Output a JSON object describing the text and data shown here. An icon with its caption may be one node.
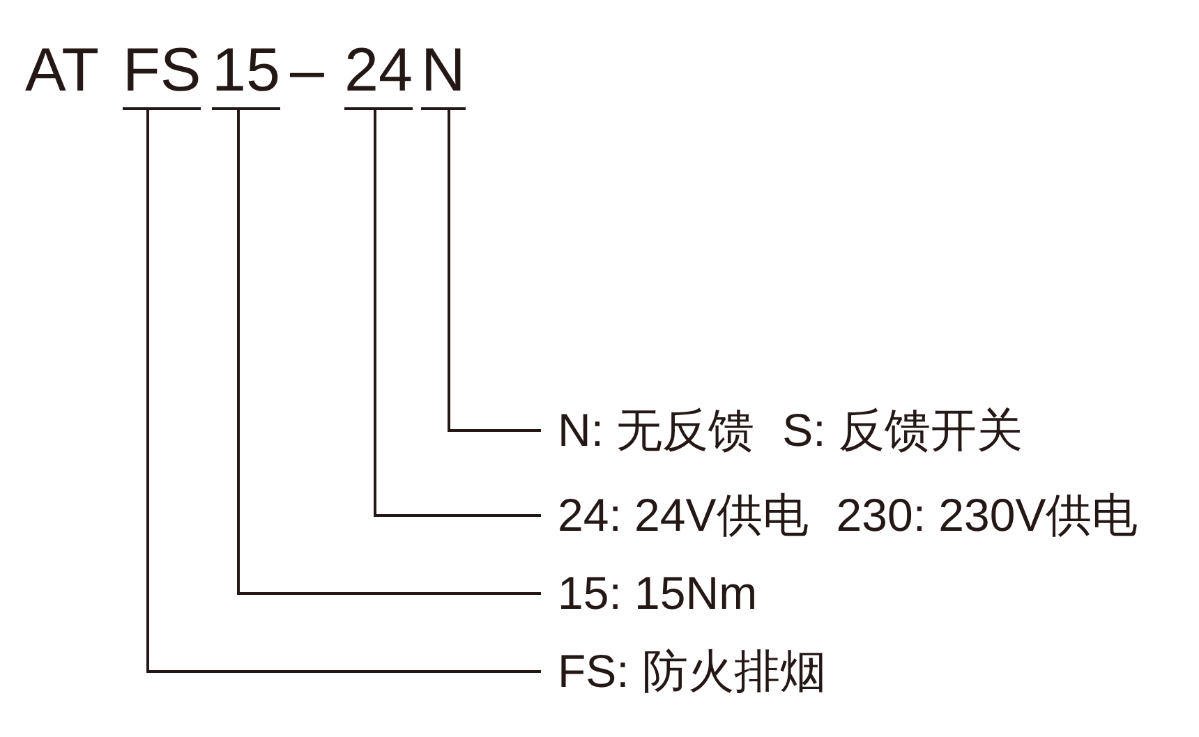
{
  "diagram": {
    "nodes": [
      {
        "text": [
          "FS"
        ]
      },
      {
        "text": [
          "15"
        ]
      },
      {
        "text": [
          "24"
        ]
      },
      {
        "text": [
          "N"
        ]
      },
      {
        "text": [
          "N: 无反馈",
          "S: 反馈开关"
        ]
      },
      {
        "text": [
          "24: 24V供电",
          "230: 230V供电"
        ]
      },
      {
        "text": [
          "15: 15Nm"
        ]
      },
      {
        "text": [
          "FS: 防火排烟"
        ]
      }
    ],
    "edges": [
      {
        "from": 4,
        "to": 3,
        "arrow": "none"
      },
      {
        "from": 5,
        "to": 2,
        "arrow": "none"
      },
      {
        "from": 6,
        "to": 1,
        "arrow": "none"
      },
      {
        "from": 7,
        "to": 0,
        "arrow": "none"
      }
    ],
    "labels": [
      "AT",
      "–"
    ]
  }
}
